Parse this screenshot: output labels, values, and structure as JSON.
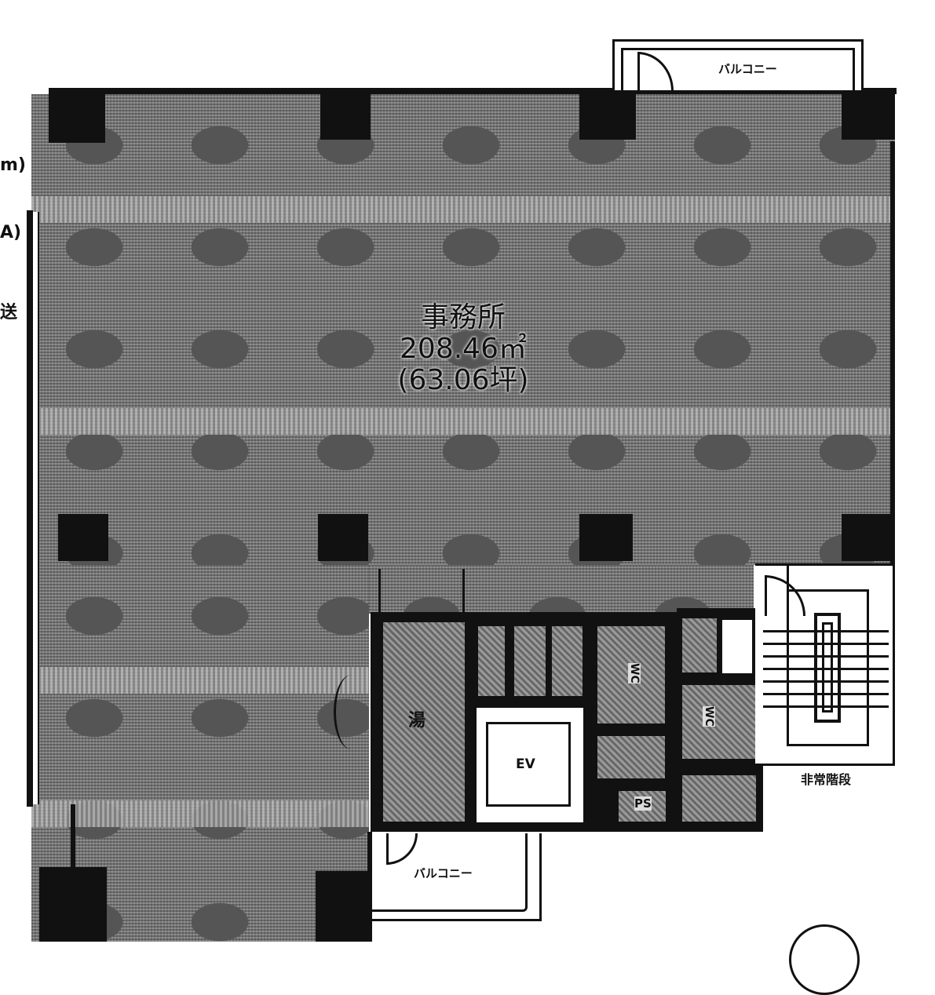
{
  "floor_plan": {
    "office": {
      "name": "事務所",
      "area_m2": "208.46㎡",
      "area_tsubo": "(63.06坪)"
    },
    "balcony_top": {
      "label": "バルコニー"
    },
    "balcony_bottom": {
      "label": "バルコニー"
    },
    "elevator": {
      "label": "EV"
    },
    "wc_1": {
      "label": "WC"
    },
    "wc_2": {
      "label": "WC"
    },
    "pipe_space": {
      "label": "PS"
    },
    "emergency_stairs": {
      "label": "非常階段"
    },
    "kitchenette": {
      "label": "湯"
    },
    "margin_text": {
      "line1": "m)",
      "line2": "A)",
      "line3": "送"
    }
  },
  "colors": {
    "wall": "#111111",
    "carpet": "#6e6e6e",
    "background": "#ffffff"
  }
}
